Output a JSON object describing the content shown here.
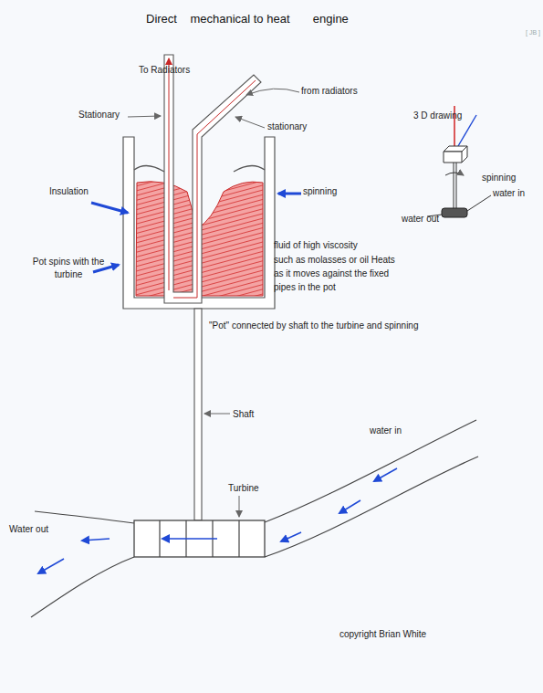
{
  "diagram": {
    "title": "Direct    mechanical to heat       engine",
    "labels": [
      "[ JB ]",
      "To Radiators",
      "from radiators",
      "Stationary",
      "stationary",
      "Insulation",
      "spinning",
      "Pot spins with the turbine",
      "fluid of high viscosity",
      "such as molasses or oil Heats as it moves against the fixed pipes in the pot",
      "\"Pot\" connected by shaft to the turbine and spinning",
      "Shaft",
      "Turbine",
      "water in",
      "Water out",
      "3 D drawing",
      "spinning",
      "water in",
      "water out",
      "copyright   Brian White"
    ]
  }
}
